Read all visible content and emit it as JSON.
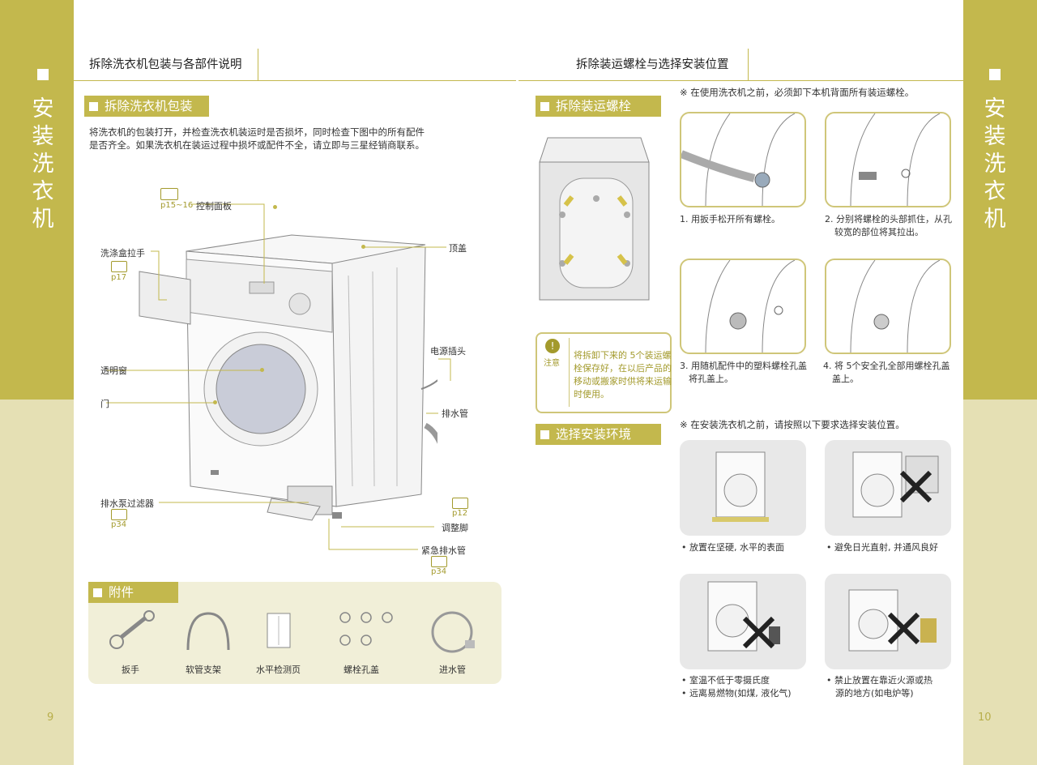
{
  "side_left": {
    "title": "安装洗衣机",
    "page_number": "9"
  },
  "side_right": {
    "title": "安装洗衣机",
    "page_number": "10"
  },
  "left": {
    "header": "拆除洗衣机包装与各部件说明",
    "unpack": {
      "title": "拆除洗衣机包装",
      "body_line1": "将洗衣机的包装打开，并检查洗衣机装运时是否损坏，同时检查下图中的所有配件",
      "body_line2": "是否齐全。如果洗衣机在装运过程中损坏或配件不全，请立即与三星经销商联系。"
    },
    "labels": {
      "control_panel": "控制面板",
      "control_ref": "p15~16",
      "drawer": "洗涤盒拉手",
      "drawer_ref": "p17",
      "top": "顶盖",
      "window": "透明窗",
      "door": "门",
      "plug": "电源插头",
      "drain_hose": "排水管",
      "pump_filter": "排水泵过滤器",
      "pump_ref": "p34",
      "feet": "调整脚",
      "feet_ref": "p12",
      "emergency": "紧急排水管",
      "emergency_ref": "p34"
    },
    "accessories": {
      "title": "附件",
      "items": [
        {
          "label": "扳手",
          "icon": "wrench-icon"
        },
        {
          "label": "软管支架",
          "icon": "hose-guide-icon"
        },
        {
          "label": "水平检测页",
          "icon": "level-sheet-icon"
        },
        {
          "label": "螺栓孔盖",
          "icon": "bolt-cap-icon"
        },
        {
          "label": "进水管",
          "icon": "inlet-hose-icon"
        }
      ]
    }
  },
  "right": {
    "header": "拆除装运螺栓与选择安装位置",
    "bolts": {
      "title": "拆除装运螺栓",
      "note": "※  在使用洗衣机之前，必须卸下本机背面所有装运螺栓。",
      "caution_label": "注意",
      "caution_lines": [
        "将拆卸下来的 5个装运螺",
        "栓保存好，在以后产品的",
        "移动或搬家时供将来运输",
        "时使用。"
      ],
      "steps": [
        {
          "l1": "1. 用扳手松开所有螺栓。",
          "l2": ""
        },
        {
          "l1": "2. 分别将螺栓的头部抓住，从孔",
          "l2": "较宽的部位将其拉出。"
        },
        {
          "l1": "3. 用随机配件中的塑料螺栓孔盖",
          "l2": "将孔盖上。"
        },
        {
          "l1": "4. 将 5个安全孔全部用螺栓孔盖",
          "l2": "盖上。"
        }
      ]
    },
    "location": {
      "title": "选择安装环境",
      "note": "※  在安装洗衣机之前，请按照以下要求选择安装位置。",
      "items": [
        {
          "l1": "• 放置在坚硬, 水平的表面",
          "l2": ""
        },
        {
          "l1": "• 避免日光直射, 并通风良好",
          "l2": ""
        },
        {
          "l1": "• 室温不低于零摄氏度",
          "l2": "• 远离易燃物(如煤, 液化气)"
        },
        {
          "l1": "• 禁止放置在靠近火源或热",
          "l2": "源的地方(如电炉等)"
        }
      ]
    }
  },
  "colors": {
    "accent": "#c3b84d",
    "accent_light": "#e5e0b4",
    "panel_border": "#cfc679"
  }
}
